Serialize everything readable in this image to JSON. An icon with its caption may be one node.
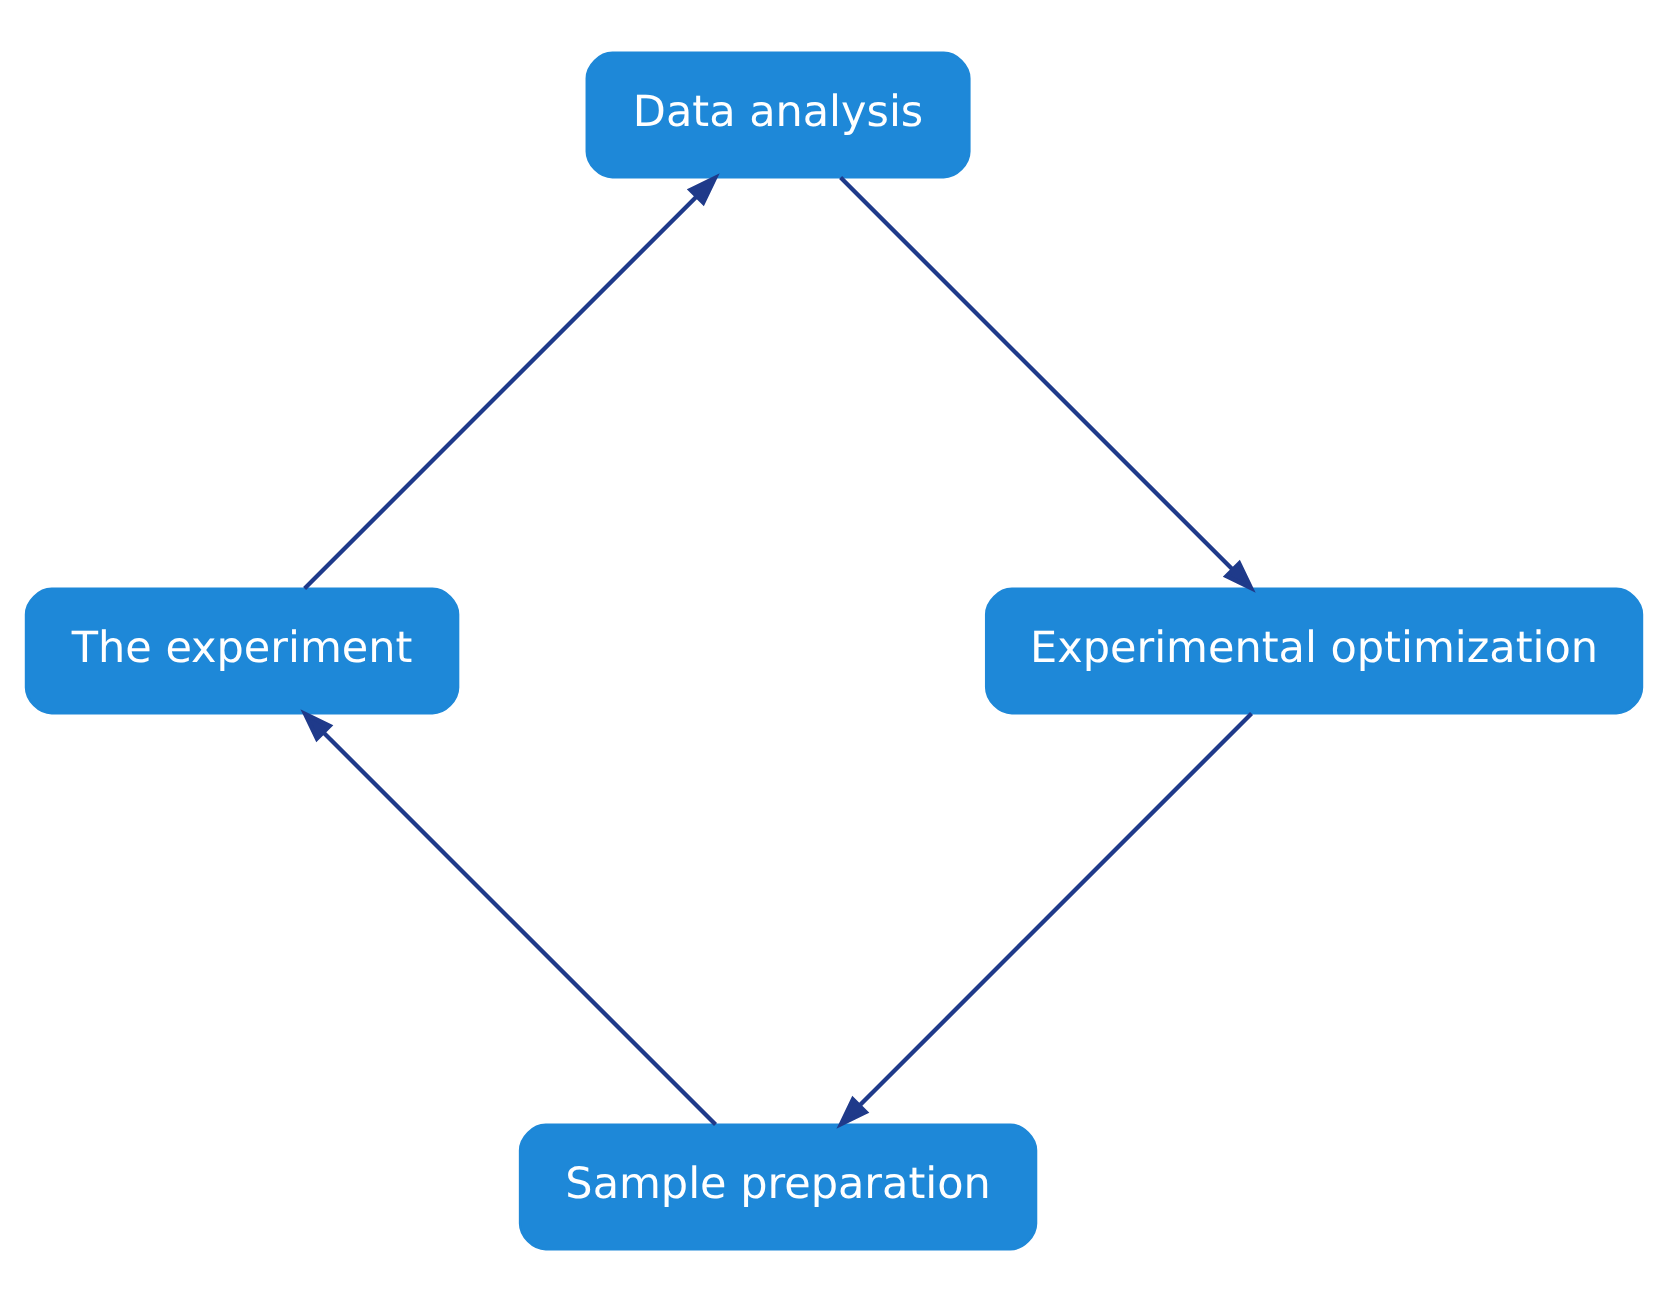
{
  "diagram": {
    "nodes": [
      {
        "text": [
          "Sample preparation"
        ]
      },
      {
        "text": [
          "The experiment"
        ]
      },
      {
        "text": [
          "Data analysis"
        ]
      },
      {
        "text": [
          "Experimental optimization"
        ]
      }
    ],
    "edges": [
      {
        "from": 0,
        "to": 1,
        "arrow": "to"
      },
      {
        "from": 1,
        "to": 2,
        "arrow": "to"
      },
      {
        "from": 2,
        "to": 3,
        "arrow": "to"
      },
      {
        "from": 3,
        "to": 0,
        "arrow": "to"
      }
    ]
  }
}
